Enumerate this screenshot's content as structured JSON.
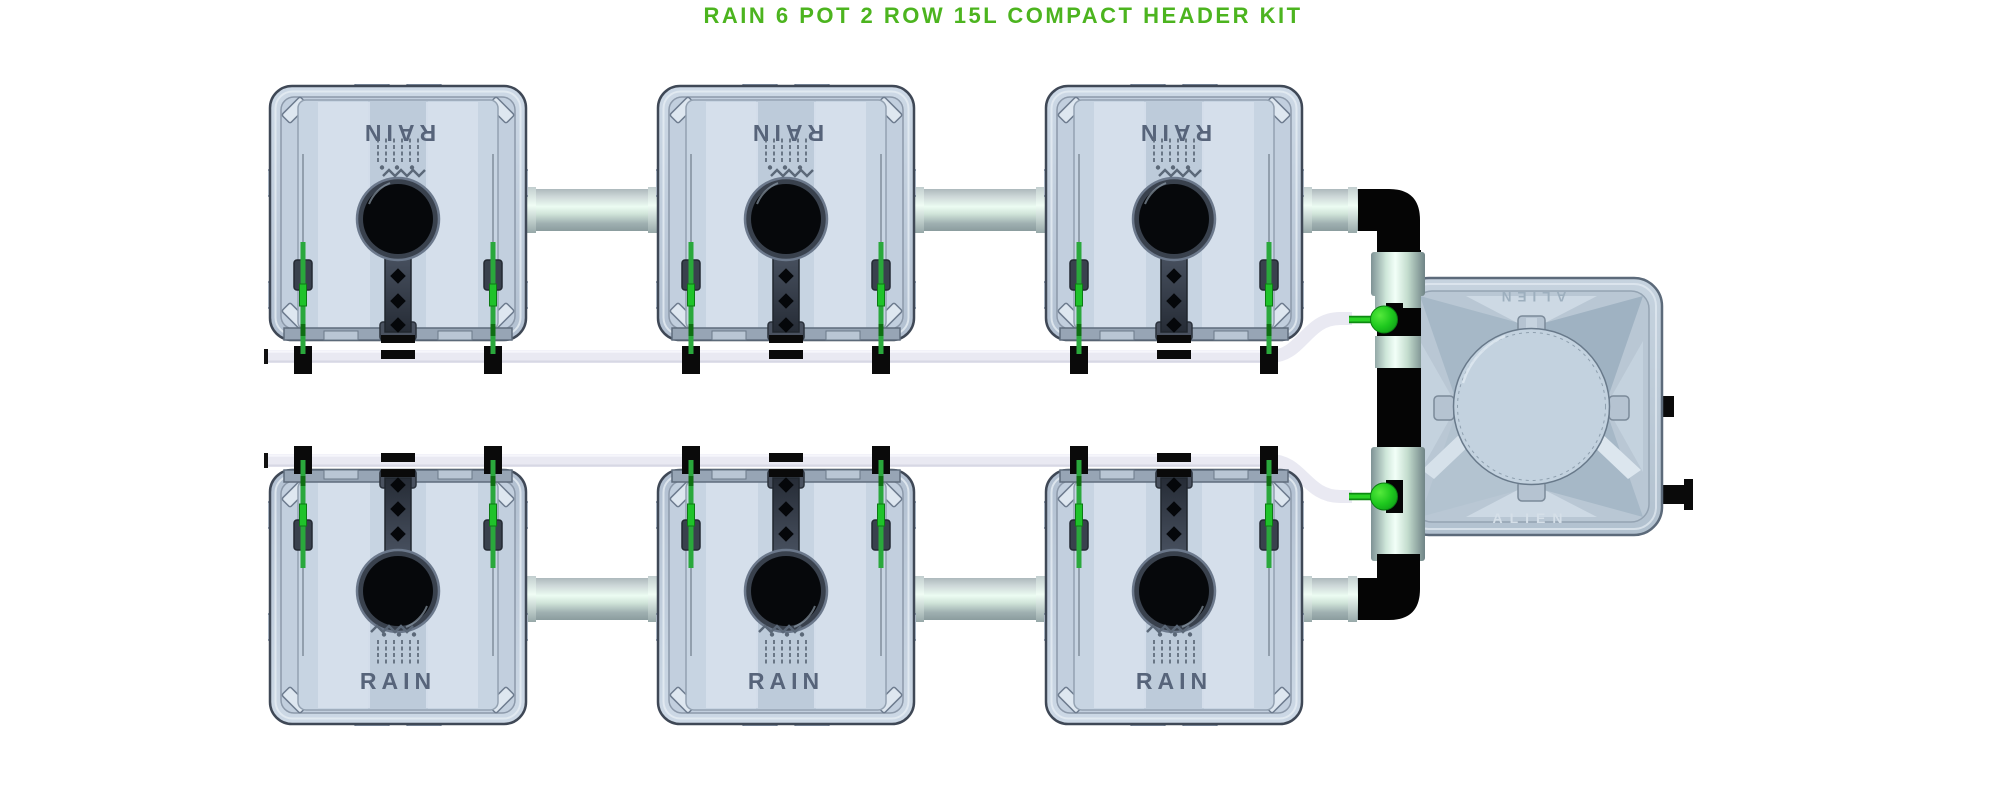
{
  "header": {
    "title": "RAIN 6 POT 2 ROW 15L COMPACT HEADER KIT"
  },
  "branding": {
    "pot_label": "RAIN",
    "tank_label": "ALIEN"
  },
  "system": {
    "pot_count": 6,
    "row_count": 2,
    "pot_volume": "15L",
    "kit_type": "COMPACT HEADER KIT"
  },
  "colors": {
    "title_green": "#4cb41f",
    "valve_green": "#1ec81e",
    "dripper_green": "#2aa83c",
    "pot_body": "#c3d0df",
    "tank_body": "#bfccd8",
    "metal_pipe_highlight": "#ecfcf2",
    "metal_pipe_shadow": "#8b9c9e",
    "return_pipe_white": "#e9e9f2",
    "fitting_black": "#0a0a0a"
  }
}
